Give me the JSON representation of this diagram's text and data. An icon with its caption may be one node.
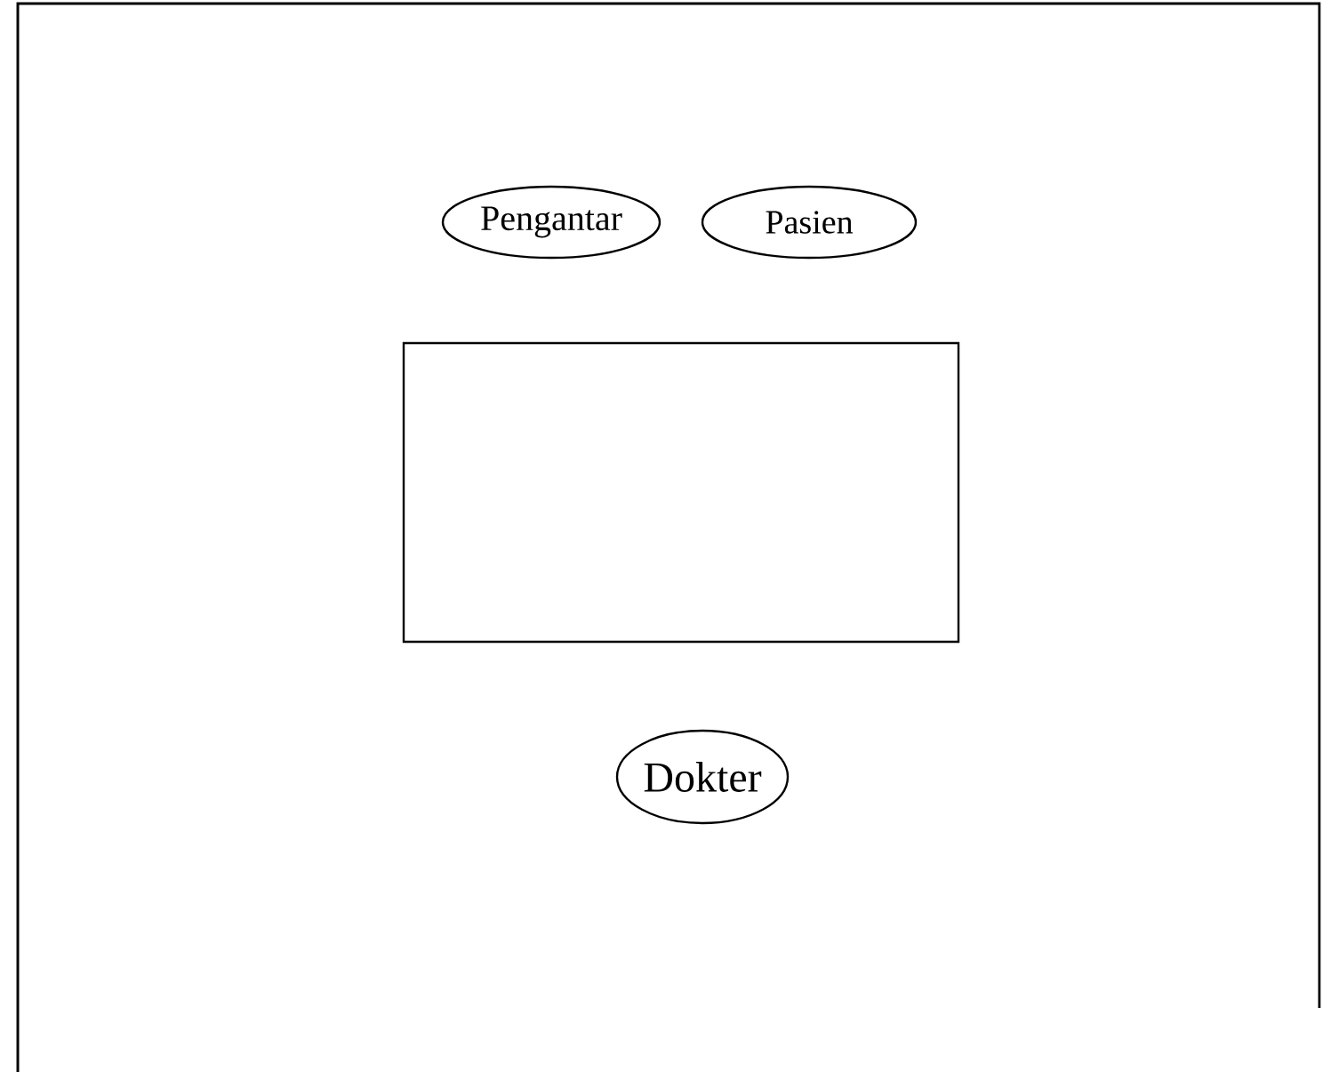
{
  "diagram": {
    "nodes": [
      {
        "text": [
          "Pengantar"
        ]
      },
      {
        "text": [
          "Pasien"
        ]
      },
      {
        "text": [],
        "shape": "box"
      },
      {
        "text": [
          "Dokter"
        ]
      }
    ]
  }
}
